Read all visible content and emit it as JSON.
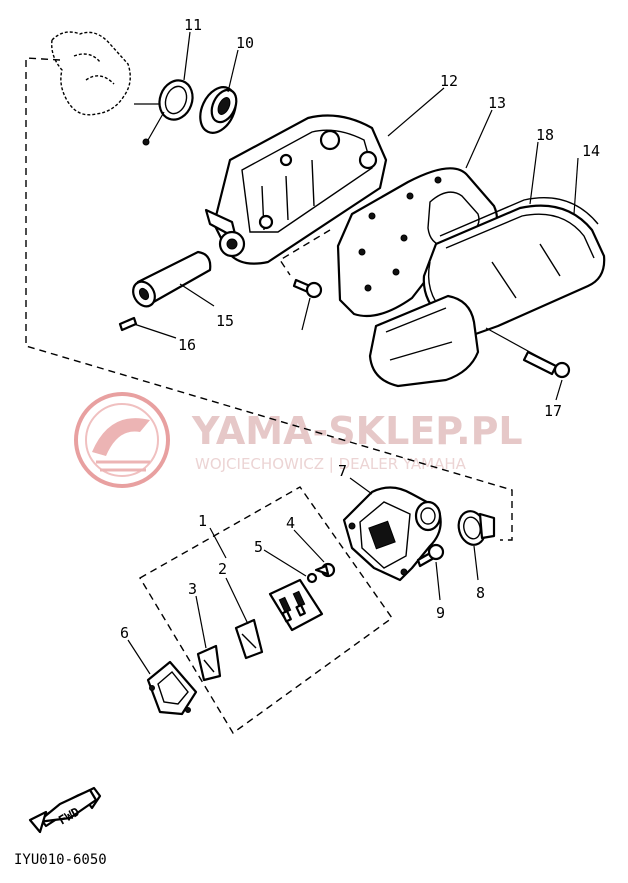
{
  "watermark": {
    "brand": "YAMA-SKLEP.PL",
    "dealer": "WOJCIECHOWICZ | DEALER YAMAHA",
    "accent_color": "#e8a0a0"
  },
  "diagram_code": "IYU010-6050",
  "fwd_label": "FWD",
  "callouts": {
    "c1": "1",
    "c2": "2",
    "c3": "3",
    "c4": "4",
    "c5": "5",
    "c6": "6",
    "c7": "7",
    "c8": "8",
    "c9": "9",
    "c10": "10",
    "c11": "11",
    "c12": "12",
    "c13": "13",
    "c14": "14",
    "c15": "15",
    "c16": "16",
    "c17": "17",
    "c18": "18"
  }
}
